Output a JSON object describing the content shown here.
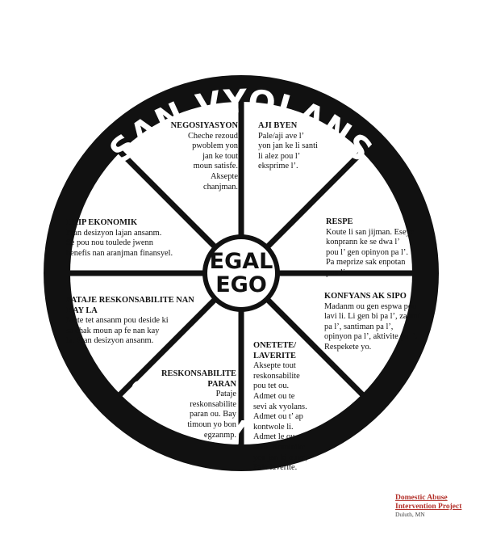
{
  "wheel": {
    "top_title": "SAN VYOLANS",
    "bottom_title": "SAN VYOLANS",
    "hub_lines": [
      "EGAL",
      "EGO"
    ],
    "segments": [
      {
        "heading": "NEGOSIYASYON",
        "body": "Cheche rezoud\npwoblem yon\njan ke tout\nmoun satisfe.\nAksepte\nchanjman."
      },
      {
        "heading": "AJI BYEN",
        "body": "Pale/aji ave l’\nyon jan ke li santi\nli alez pou l’\neksprime l’."
      },
      {
        "heading": "RESPE",
        "body": "Koute li san jijman.  Eseye\nkonprann ke se dwa l’\npou l’ gen opinyon pa l’.\nPa meprize sak enpotan\npou li."
      },
      {
        "heading": "KONFYANS AK SIPO",
        "body": "Madanm ou gen espwa pou\nlavi li.  Li gen bi pa l’, zanmi\npa l’, santiman pa l’,\nopinyon pa l’, aktivite pa l’.\nRespekete yo."
      },
      {
        "heading": "ONETETE/\nLAVERITE",
        "body": "Aksepte tout\nreskonsabilite\npou tet ou.\nAdmet ou te\nsevi ak vyolans.\nAdmet ou t’ ap\nkontwole li.\nAdmet le ou\nanto.  Kominike\nyon jan ki ouve,\nPale laverite."
      },
      {
        "heading": "RESKONSABILITE\nPARAN",
        "body": "Pataje\nreskonsabilite\nparan ou.  Bay\ntimoun yo bon\negzanmp."
      },
      {
        "heading": "PATAJE RESKONSABILITE NAN\nKAY LA",
        "body": "Mete tet ansanm pou deside ki\nsa chak moun ap fe nan kay\nla.  Pran desizyon ansanm."
      },
      {
        "heading": "EKIP EKONOMIK",
        "body": "Pran desizyon lajan ansanm.\nSe pou nou toulede jwenn\nbenefis nan aranjman finansyel."
      }
    ]
  },
  "credit": {
    "organization": "Domestic Abuse\nIntervention Project",
    "location": "Duluth, MN"
  },
  "colors": {
    "rim": "#111111",
    "spokes": "#111111",
    "text": "#111111",
    "credit": "#b3302a"
  }
}
